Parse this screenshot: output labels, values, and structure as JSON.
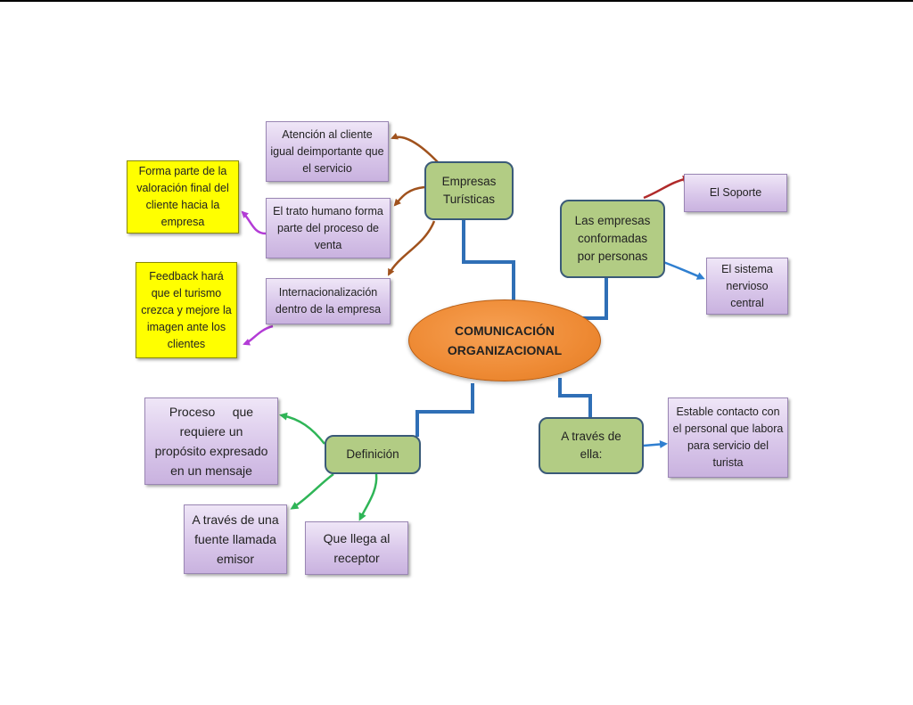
{
  "center": {
    "line1": "COMUNICACIÓN",
    "line2": "ORGANIZACIONAL"
  },
  "empresas": {
    "label": "Empresas Turísticas",
    "atencion": "Atención al cliente igual deimportante que el servicio",
    "trato": "El trato humano forma parte del proceso de venta",
    "internacionalizacion": "Internacionalización dentro de la empresa",
    "valoracion": "Forma parte de la valoración  final del cliente hacia la empresa",
    "feedback": "Feedback hará que el turismo crezca y mejore la imagen ante los clientes"
  },
  "personas": {
    "label": "Las empresas conformadas por personas",
    "soporte": "El Soporte",
    "sistema": "El sistema nervioso central"
  },
  "traves": {
    "label": "A través de ella:",
    "contacto": "Estable contacto con el personal que labora para servicio del turista"
  },
  "definicion": {
    "label": "Definición",
    "proceso": "Proceso     que requiere un propósito expresado en un mensaje",
    "fuente": "A través de una fuente llamada emisor",
    "receptor": "Que llega al receptor"
  },
  "colors": {
    "connector": "#2f6fb6",
    "brown": "#a0521d",
    "purple": "#b33cd6",
    "green": "#2fb557",
    "blue": "#2f7fd0",
    "darkred": "#b02a2a",
    "orange": "#ee8a34"
  }
}
